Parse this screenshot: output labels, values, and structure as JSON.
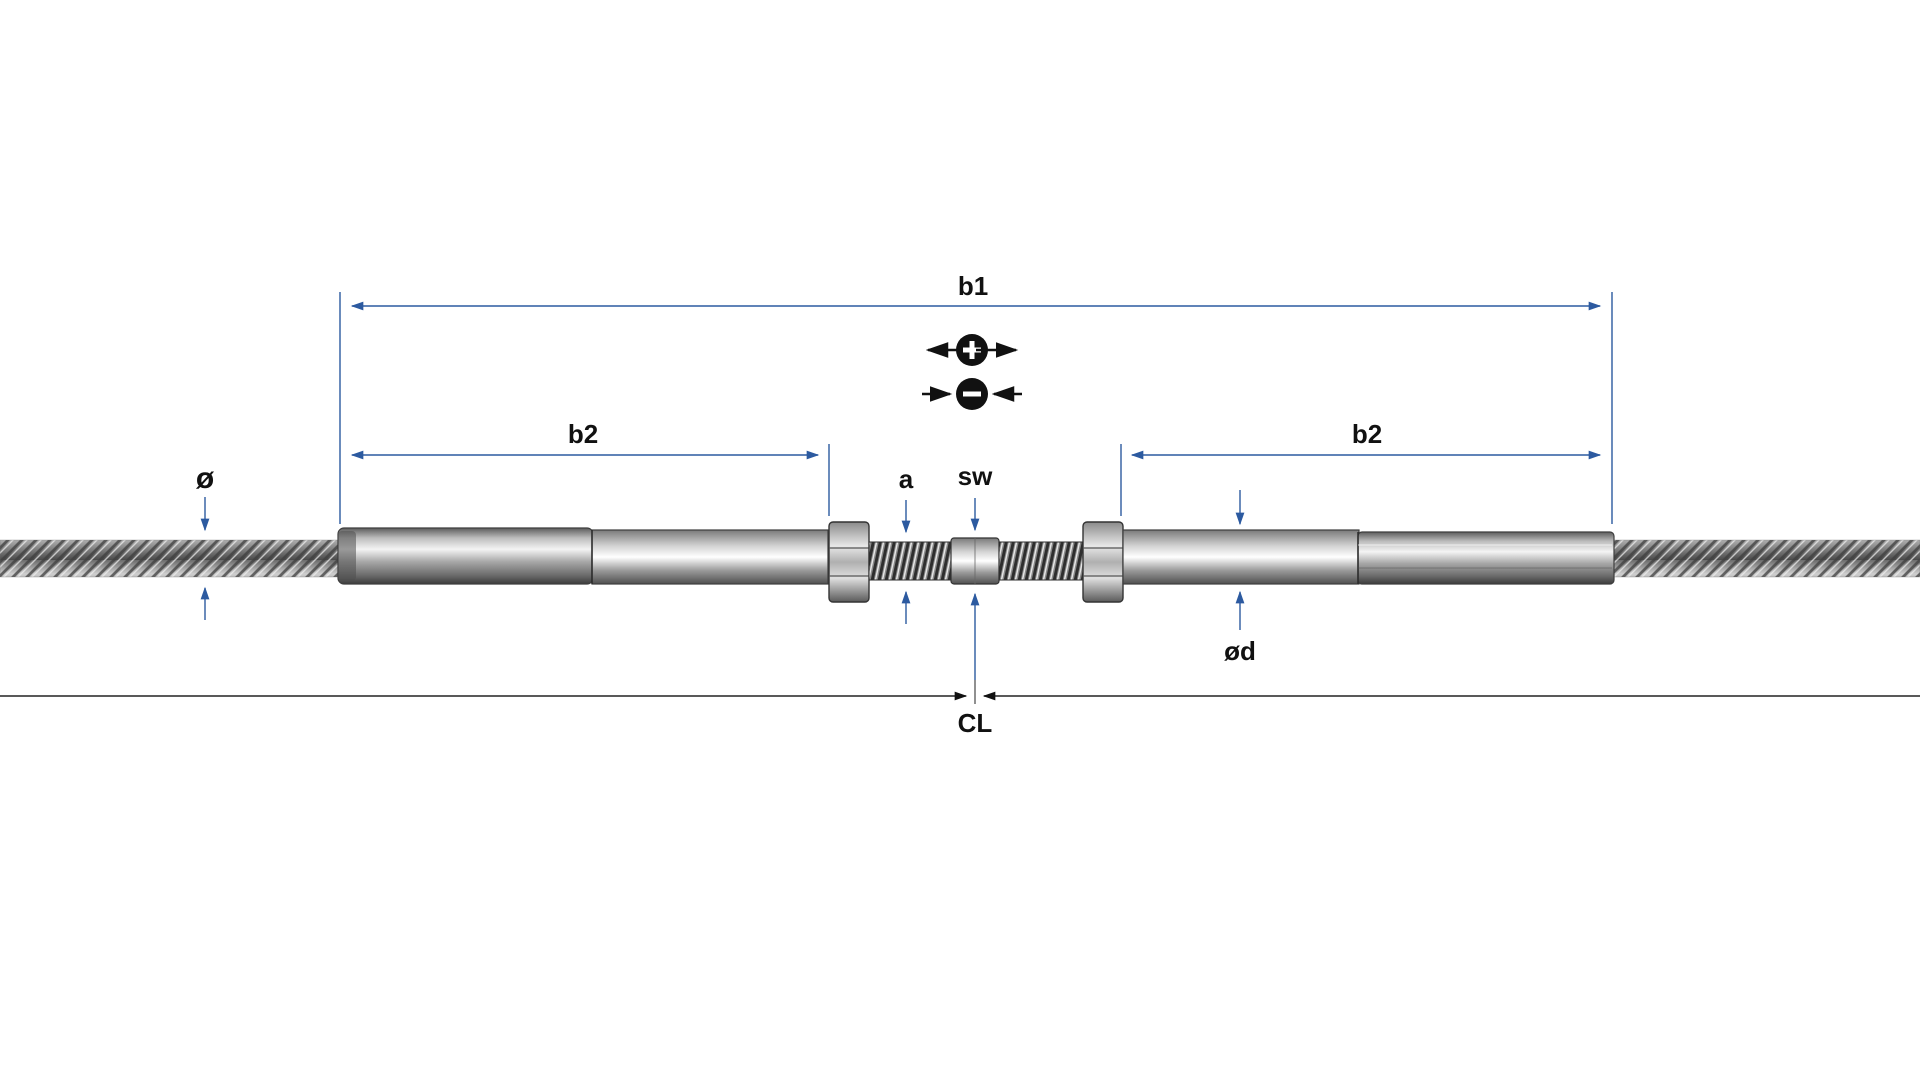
{
  "colors": {
    "dimension": "#2c5aa0",
    "text": "#111111",
    "cable_dark": "#4a4a4a",
    "cable_light": "#d8d8d8",
    "steel_dark": "#6e6e6e",
    "steel_light": "#f0f0f0",
    "centerline": "#222222"
  },
  "labels": {
    "b1": "b1",
    "b2_left": "b2",
    "b2_right": "b2",
    "a": "a",
    "sw": "sw",
    "cable_diameter": "ø",
    "d_diameter": "ød",
    "centerline": "CL"
  },
  "adjust": {
    "plus_symbol": "+",
    "minus_symbol": "−",
    "lengthen": "lengthen",
    "shorten": "shorten"
  },
  "icons": {
    "plus": "plus-circle-icon",
    "minus": "minus-circle-icon",
    "arrow_left": "arrow-left-icon",
    "arrow_right": "arrow-right-icon"
  }
}
